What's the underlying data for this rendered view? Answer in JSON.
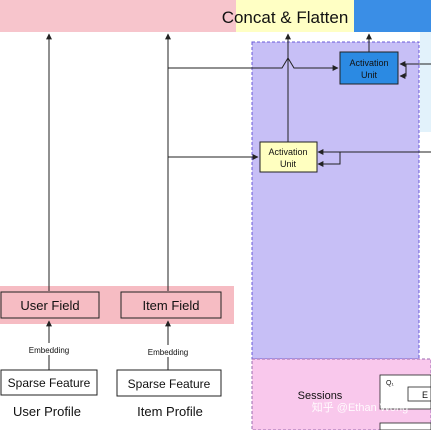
{
  "header": {
    "concat_label": "Concat & Flatten",
    "colors": {
      "pink": "#f7c5cc",
      "yellow": "#ffffc4",
      "blue": "#3a8ee6"
    }
  },
  "activation_units": {
    "top": {
      "line1": "Activation",
      "line2": "Unit",
      "fill": "#2b8ae3"
    },
    "middle": {
      "line1": "Activation",
      "line2": "Unit",
      "fill": "#ffffc0"
    }
  },
  "fields": {
    "user": "User Field",
    "item": "Item Field",
    "band_color": "#f6bcc3"
  },
  "embedding": {
    "user": "Embedding",
    "item": "Embedding"
  },
  "sparse": {
    "user": "Sparse Feature",
    "item": "Sparse Feature"
  },
  "profiles": {
    "user": "User Profile",
    "item": "Item Profile"
  },
  "sessions": {
    "label": "Sessions",
    "q1_label": "Q₁",
    "box_char": "E",
    "region_fill": "#f9c8ec"
  },
  "region": {
    "fill": "#c7bff6",
    "stroke": "#6a5ad9"
  },
  "watermark": "知乎 @Ethan Wong"
}
